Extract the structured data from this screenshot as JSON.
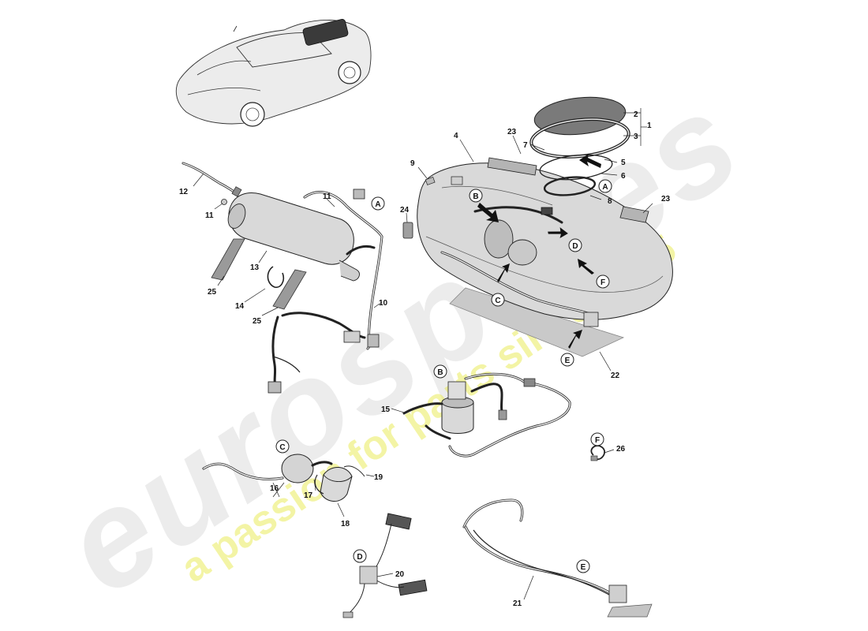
{
  "watermark": {
    "brand_text": "eurospares",
    "tagline_text": "a passion for parts since 1985"
  },
  "callouts": {
    "n1": "1",
    "n2": "2",
    "n3": "3",
    "n4": "4",
    "n5": "5",
    "n6": "6",
    "n7": "7",
    "n8": "8",
    "n9": "9",
    "n10": "10",
    "n11a": "11",
    "n11b": "11",
    "n12": "12",
    "n13": "13",
    "n14": "14",
    "n15": "15",
    "n16": "16",
    "n17": "17",
    "n18": "18",
    "n19": "19",
    "n20": "20",
    "n21": "21",
    "n22": "22",
    "n23a": "23",
    "n23b": "23",
    "n24": "24",
    "n25a": "25",
    "n25b": "25",
    "n26": "26"
  },
  "view_markers": {
    "a_tank": "A",
    "a_canister": "A",
    "b_tank": "B",
    "b_detail": "B",
    "c_tank": "C",
    "c_detail": "C",
    "d_tank": "D",
    "d_detail": "D",
    "e_tank": "E",
    "e_detail": "E",
    "f_tank": "F",
    "f_detail": "F"
  },
  "colors": {
    "watermark_grey": "#c7c7c7",
    "watermark_yellow": "#e6e83a",
    "line": "#222222",
    "part_fill": "#d9d9d9"
  }
}
